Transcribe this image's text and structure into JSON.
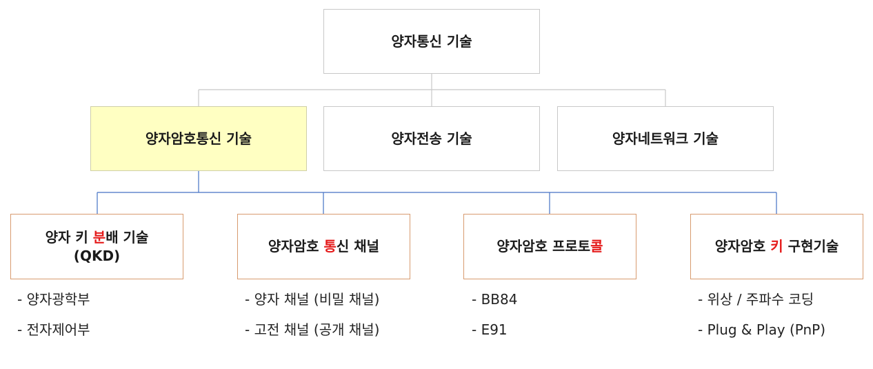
{
  "root": {
    "label": "양자통신 기술"
  },
  "level2": [
    {
      "label": "양자암호통신 기술"
    },
    {
      "label": "양자전송 기술"
    },
    {
      "label": "양자네트워크 기술"
    }
  ],
  "level3": [
    {
      "prefix": "양자 키 ",
      "highlight": "분",
      "suffix": "배 기술",
      "line2": "(QKD)"
    },
    {
      "prefix": "양자암호 ",
      "highlight": "통",
      "suffix": "신 채널"
    },
    {
      "prefix": "양자암호 프로토",
      "highlight": "콜",
      "suffix": ""
    },
    {
      "prefix": "양자암호 ",
      "highlight": "키",
      "suffix": " 구현기술"
    }
  ],
  "lists": [
    [
      "- 양자광학부",
      "- 전자제어부"
    ],
    [
      "- 양자 채널 (비밀 채널)",
      "- 고전 채널 (공개 채널)"
    ],
    [
      "- BB84",
      "- E91"
    ],
    [
      "- 위상 / 주파수 코딩",
      "- Plug & Play (PnP)"
    ]
  ],
  "colors": {
    "highlight": "#e51c1c",
    "yellow_box": "#ffffc2",
    "gray_connector": "#c8c8c8",
    "blue_connector": "#4472c4",
    "orange_border": "#d79a6e"
  }
}
